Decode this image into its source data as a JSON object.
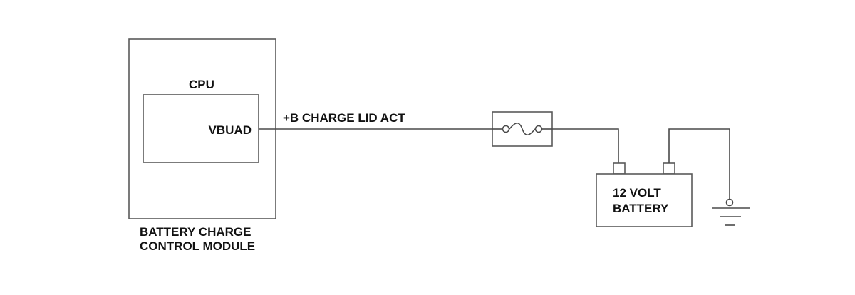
{
  "module": {
    "cpu_label": "CPU",
    "pin_label": "VBUAD",
    "name_lines": [
      "BATTERY CHARGE",
      "CONTROL MODULE"
    ]
  },
  "circuit": {
    "wire_label": "+B CHARGE LID ACT"
  },
  "battery": {
    "label_lines": [
      "12 VOLT",
      "BATTERY"
    ]
  },
  "icons": {
    "fuse": "fuse-icon",
    "ground": "ground-icon"
  }
}
